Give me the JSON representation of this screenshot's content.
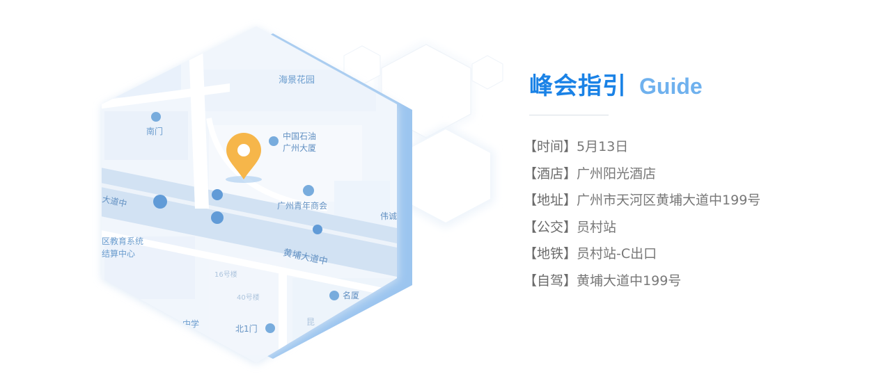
{
  "header": {
    "title_cn": "峰会指引",
    "title_en": "Guide"
  },
  "details": [
    {
      "label": "【时间】",
      "value": "5月13日"
    },
    {
      "label": "【酒店】",
      "value": "广州阳光酒店"
    },
    {
      "label": "【地址】",
      "value": "广州市天河区黄埔大道中199号"
    },
    {
      "label": "【公交】",
      "value": "员村站"
    },
    {
      "label": "【地铁】",
      "value": "员村站-C出口"
    },
    {
      "label": "【自驾】",
      "value": "黄埔大道中199号"
    }
  ],
  "map": {
    "labels": {
      "garden": "海景花园",
      "south_gate": "南门",
      "petro_1": "中国石油",
      "petro_2": "广州大厦",
      "youth_hall": "广州青年商会",
      "avenue_left": "大道中",
      "avenue_main": "黄埔大道中",
      "edu_1": "区教育系统",
      "edu_2": "结算中心",
      "bldg_16": "16号楼",
      "bldg_40": "40号楼",
      "school": "中学",
      "north_gate": "北1门",
      "mingsha": "名厦",
      "wei": "伟诚",
      "kun": "昆"
    },
    "colors": {
      "pin": "#f5a623",
      "accent": "#1a82e6",
      "hex_edge": "#9cc5ef"
    }
  }
}
